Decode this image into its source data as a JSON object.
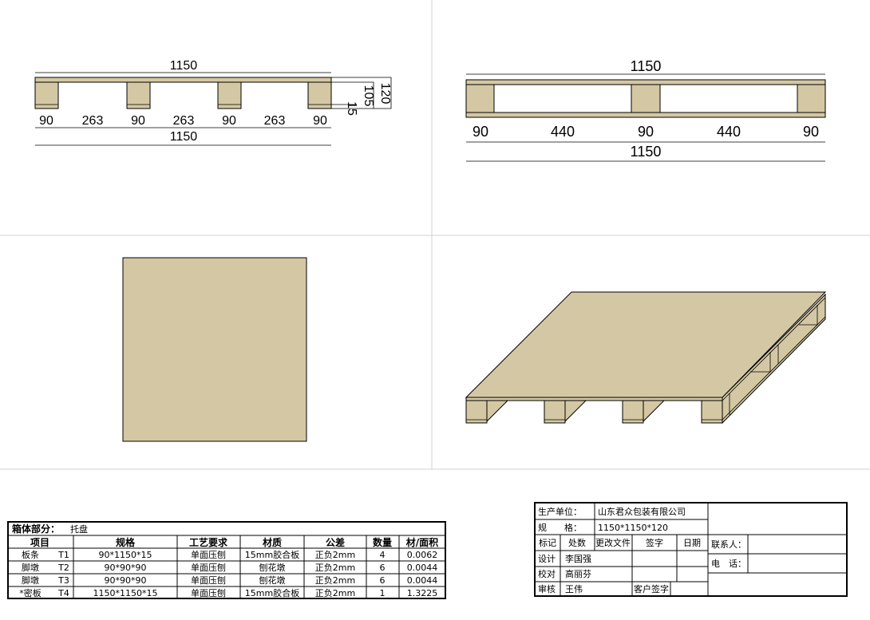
{
  "side_view": {
    "top_dim": "1150",
    "segments": [
      "90",
      "263",
      "90",
      "263",
      "90",
      "263",
      "90"
    ],
    "bottom_dim": "1150",
    "height_dims": [
      "120",
      "105",
      "15"
    ]
  },
  "front_view": {
    "top_dim": "1150",
    "segments": [
      "90",
      "440",
      "90",
      "440",
      "90"
    ],
    "bottom_dim": "1150"
  },
  "parts_table": {
    "section_label": "箱体部分：",
    "section_value": "托盘",
    "headers": [
      "项目",
      "规格",
      "工艺要求",
      "材质",
      "公差",
      "数量",
      "材/面积"
    ],
    "rows": [
      {
        "item": "板条",
        "code": "T1",
        "spec": "90*1150*15",
        "process": "单面压刨",
        "material": "15mm胶合板",
        "tolerance": "正负2mm",
        "qty": "4",
        "area": "0.0062"
      },
      {
        "item": "脚墩",
        "code": "T2",
        "spec": "90*90*90",
        "process": "单面压刨",
        "material": "刨花墩",
        "tolerance": "正负2mm",
        "qty": "6",
        "area": "0.0044"
      },
      {
        "item": "脚墩",
        "code": "T3",
        "spec": "90*90*90",
        "process": "单面压刨",
        "material": "刨花墩",
        "tolerance": "正负2mm",
        "qty": "6",
        "area": "0.0044"
      },
      {
        "item": "*密板",
        "code": "T4",
        "spec": "1150*1150*15",
        "process": "单面压刨",
        "material": "15mm胶合板",
        "tolerance": "正负2mm",
        "qty": "1",
        "area": "1.3225"
      }
    ]
  },
  "title_block": {
    "producer_label": "生产单位：",
    "producer": "山东君众包装有限公司",
    "spec_label": "规　　格：",
    "spec": "1150*1150*120",
    "headers": [
      "标记",
      "处数",
      "更改文件",
      "签字",
      "日期"
    ],
    "design_label": "设计",
    "designer": "李国强",
    "check_label": "校对",
    "checker": "高丽芬",
    "review_label": "审核",
    "reviewer": "王伟",
    "customer_sign_label": "客户签字",
    "contact_label": "联系人：",
    "phone_label": "电　话："
  },
  "colors": {
    "wood": "#d4c8a4",
    "grid": "#d0d0d0"
  }
}
